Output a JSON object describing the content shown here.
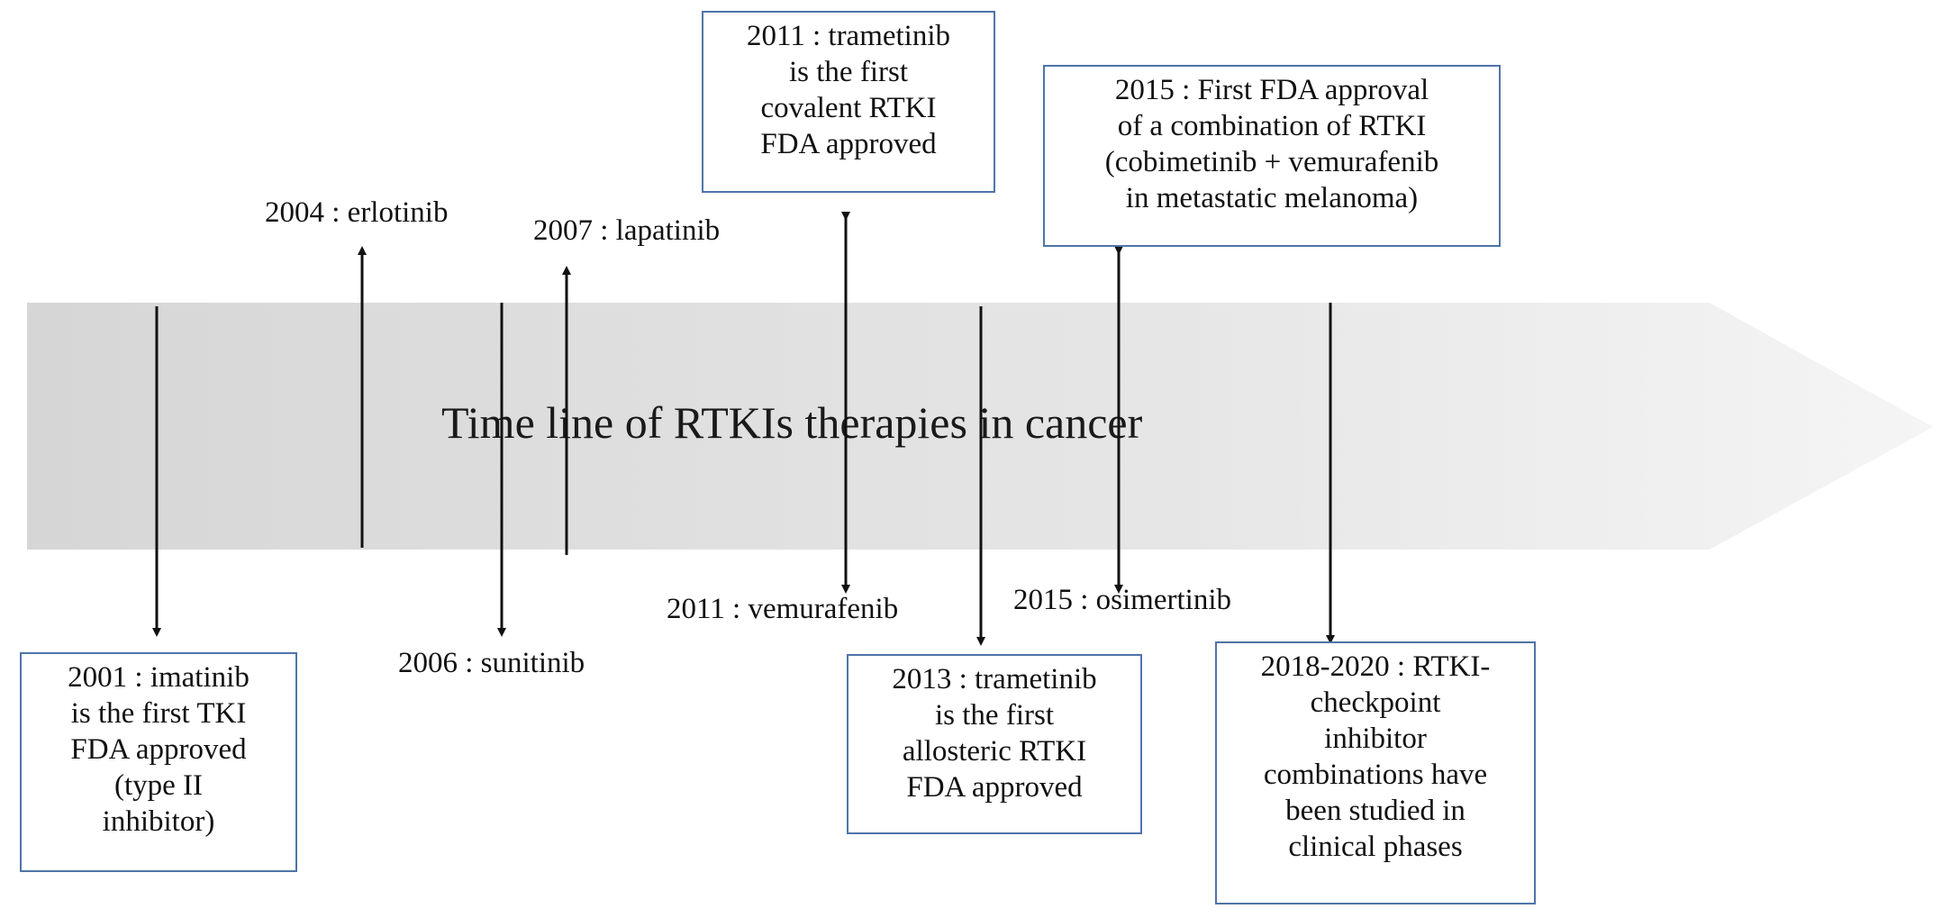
{
  "title": "Time line of RTKIs therapies  in cancer",
  "labels": {
    "erlotinib": "2004 : erlotinib",
    "lapatinib": "2007 : lapatinib",
    "sunitinib": "2006 : sunitinib",
    "vemurafenib": "2011 : vemurafenib",
    "osimertinib": "2015 : osimertinib"
  },
  "boxes": {
    "imatinib": [
      "2001 : imatinib",
      "is the first TKI",
      "FDA approved",
      "(type II",
      "inhibitor)"
    ],
    "trametinib_2011": [
      "2011 : trametinib",
      "is the first",
      "covalent RTKI",
      "FDA approved"
    ],
    "combination_2015": [
      "2015 : First FDA approval",
      "of a combination of RTKI",
      "(cobimetinib + vemurafenib",
      "in metastatic melanoma)"
    ],
    "trametinib_2013": [
      "2013 : trametinib",
      "is the first",
      "allosteric RTKI",
      "FDA approved"
    ],
    "checkpoint_2018": [
      "2018-2020 : RTKI-",
      "checkpoint",
      "inhibitor",
      "combinations have",
      "been studied in",
      "clinical phases"
    ]
  },
  "colors": {
    "band_dark": "#d9d9d9",
    "band_light": "#f4f4f4",
    "box_border": "#4f74a8",
    "arrow": "#111111"
  }
}
